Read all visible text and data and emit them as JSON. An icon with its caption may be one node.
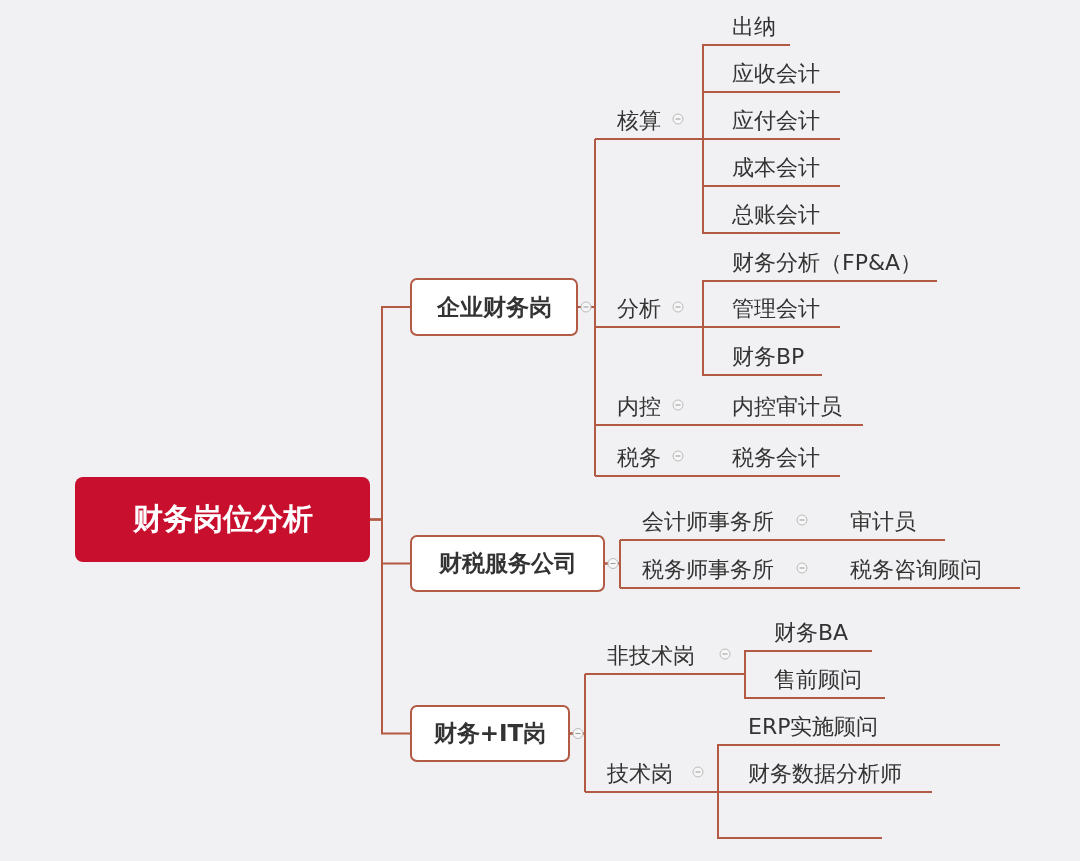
{
  "diagram": {
    "nodes": [
      {
        "text": [
          "财务岗位分析"
        ]
      },
      {
        "text": [
          "企业财务岗"
        ]
      },
      {
        "text": [
          "核算"
        ]
      },
      {
        "text": [
          "出纳"
        ]
      },
      {
        "text": [
          "应收会计"
        ]
      },
      {
        "text": [
          "应付会计"
        ]
      },
      {
        "text": [
          "成本会计"
        ]
      },
      {
        "text": [
          "总账会计"
        ]
      },
      {
        "text": [
          "分析"
        ]
      },
      {
        "text": [
          "财务分析（FP&A）"
        ]
      },
      {
        "text": [
          "管理会计"
        ]
      },
      {
        "text": [
          "财务BP"
        ]
      },
      {
        "text": [
          "内控"
        ]
      },
      {
        "text": [
          "内控审计员"
        ]
      },
      {
        "text": [
          "税务"
        ]
      },
      {
        "text": [
          "税务会计"
        ]
      },
      {
        "text": [
          "财税服务公司"
        ]
      },
      {
        "text": [
          "会计师事务所"
        ]
      },
      {
        "text": [
          "审计员"
        ]
      },
      {
        "text": [
          "税务师事务所"
        ]
      },
      {
        "text": [
          "税务咨询顾问"
        ]
      },
      {
        "text": [
          "财务+IT岗"
        ]
      },
      {
        "text": [
          "非技术岗"
        ]
      },
      {
        "text": [
          "财务BA"
        ]
      },
      {
        "text": [
          "售前顾问"
        ]
      },
      {
        "text": [
          "技术岗"
        ]
      },
      {
        "text": [
          "ERP实施顾问"
        ]
      },
      {
        "text": [
          "财务数据分析师"
        ]
      },
      {
        "text": [],
        "shape": "bar"
      }
    ],
    "edges": [
      {
        "from": 0,
        "to": 1,
        "arrow": "none"
      },
      {
        "from": 0,
        "to": 16,
        "arrow": "none"
      },
      {
        "from": 0,
        "to": 21,
        "arrow": "none"
      },
      {
        "from": 1,
        "to": 2,
        "arrow": "none"
      },
      {
        "from": 1,
        "to": 8,
        "arrow": "none"
      },
      {
        "from": 1,
        "to": 12,
        "arrow": "none"
      },
      {
        "from": 1,
        "to": 14,
        "arrow": "none"
      },
      {
        "from": 2,
        "to": 3,
        "arrow": "none"
      },
      {
        "from": 2,
        "to": 4,
        "arrow": "none"
      },
      {
        "from": 2,
        "to": 5,
        "arrow": "none"
      },
      {
        "from": 2,
        "to": 6,
        "arrow": "none"
      },
      {
        "from": 2,
        "to": 7,
        "arrow": "none"
      },
      {
        "from": 8,
        "to": 9,
        "arrow": "none"
      },
      {
        "from": 8,
        "to": 10,
        "arrow": "none"
      },
      {
        "from": 8,
        "to": 11,
        "arrow": "none"
      },
      {
        "from": 12,
        "to": 13,
        "arrow": "none"
      },
      {
        "from": 14,
        "to": 15,
        "arrow": "none"
      },
      {
        "from": 16,
        "to": 17,
        "arrow": "none"
      },
      {
        "from": 16,
        "to": 19,
        "arrow": "none"
      },
      {
        "from": 17,
        "to": 18,
        "arrow": "none"
      },
      {
        "from": 19,
        "to": 20,
        "arrow": "none"
      },
      {
        "from": 21,
        "to": 22,
        "arrow": "none"
      },
      {
        "from": 21,
        "to": 25,
        "arrow": "none"
      },
      {
        "from": 22,
        "to": 23,
        "arrow": "none"
      },
      {
        "from": 22,
        "to": 24,
        "arrow": "none"
      },
      {
        "from": 25,
        "to": 26,
        "arrow": "none"
      },
      {
        "from": 25,
        "to": 27,
        "arrow": "none"
      },
      {
        "from": 25,
        "to": 28,
        "arrow": "none"
      }
    ]
  }
}
